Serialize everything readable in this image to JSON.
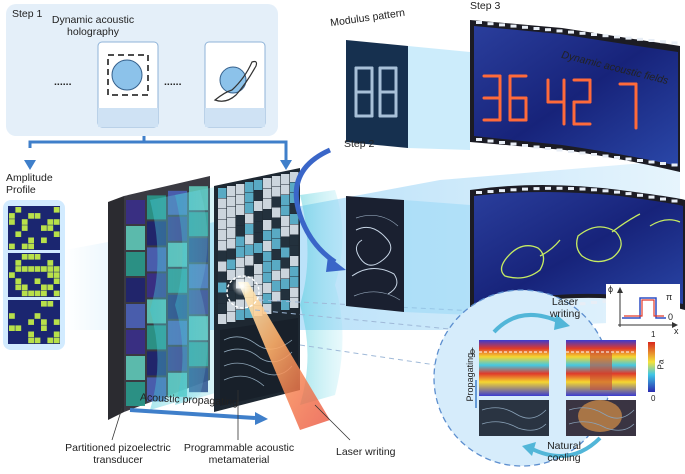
{
  "step1": {
    "label": "Step 1",
    "title": "Dynamic acoustic\nholography",
    "dots_left": "......",
    "dots_right": "......"
  },
  "step2": {
    "label": "Step 2"
  },
  "step3": {
    "label": "Step 3"
  },
  "amplitude_profile": "Amplitude\nProfile",
  "modulus_pattern": "Modulus pattern",
  "dynamic_fields": "Dynamic acoustic fields",
  "acoustic_propagating": "Acoustic propagating",
  "transducer": "Partitioned pizoelectric\ntransducer",
  "metamaterial": "Programmable acoustic\nmetamaterial",
  "laser_writing": "Laser writing",
  "inset": {
    "laser_writing": "Laser\nwriting",
    "natural_cooling": "Natural\ncooling",
    "propagating": "Propagating",
    "phi": "ϕ",
    "colorbar_max": "1",
    "colorbar_min": "0",
    "colorbar_unit": "Pa"
  },
  "phase_plot": {
    "y_axis": "ϕ",
    "x_axis": "x",
    "level_high": "π",
    "level_low": "0"
  },
  "digits_film": [
    "36",
    "42",
    "7"
  ],
  "digits_modulus": "88",
  "colors": {
    "film": "#1c1c24",
    "frame": "#1f3fae",
    "accent": "#3a7bd5",
    "green": "#b8e04a",
    "navy": "#1b2670"
  }
}
